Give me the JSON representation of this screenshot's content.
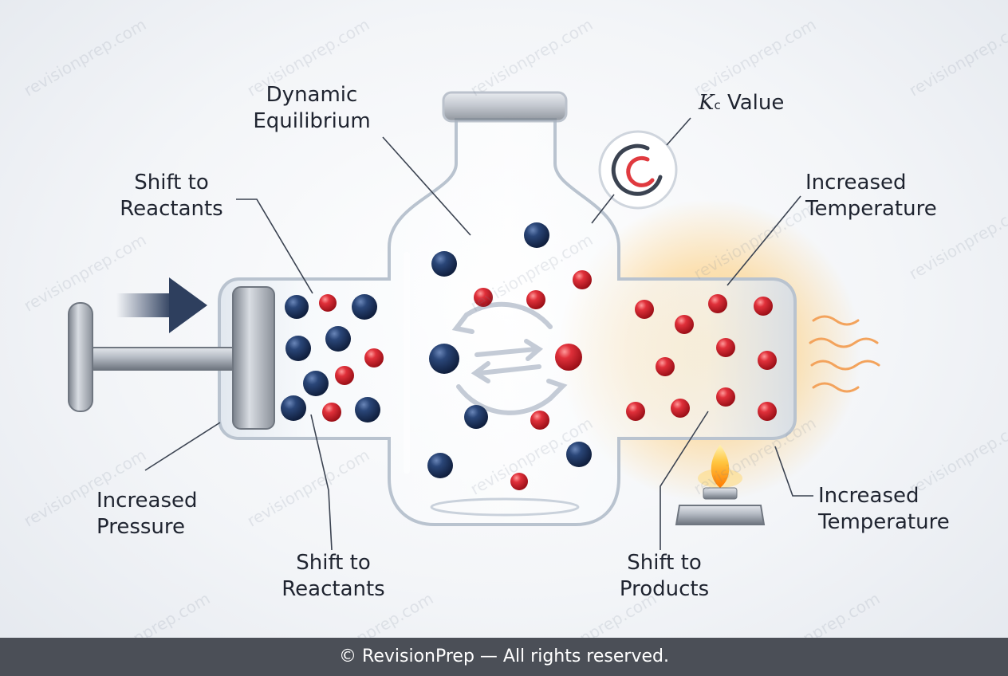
{
  "labels": {
    "dynamic_equilibrium": [
      "Dynamic",
      "Equilibrium"
    ],
    "kc_symbol": "K",
    "kc_subscript": "c",
    "kc_text": " Value",
    "shift_reactants_top": [
      "Shift to",
      "Reactants"
    ],
    "increased_temperature_top": [
      "Increased",
      "Temperature"
    ],
    "increased_pressure": [
      "Increased",
      "Pressure"
    ],
    "shift_reactants_bottom": [
      "Shift to",
      "Reactants"
    ],
    "shift_products": [
      "Shift to",
      "Products"
    ],
    "increased_temperature_bottom": [
      "Increased",
      "Temperature"
    ]
  },
  "watermark_text": "revisionprep.com",
  "footer": "© RevisionPrep — All rights reserved.",
  "colors": {
    "reactant_particle": "#1e3560",
    "product_particle": "#d8232f",
    "heat_glow": "#ffb347",
    "footer_bg": "#4b4f57"
  },
  "icons": [
    "push-arrow-icon",
    "piston-icon",
    "equilibrium-arrows-icon",
    "kc-gauge-icon",
    "heat-waves-icon",
    "burner-flame-icon"
  ]
}
